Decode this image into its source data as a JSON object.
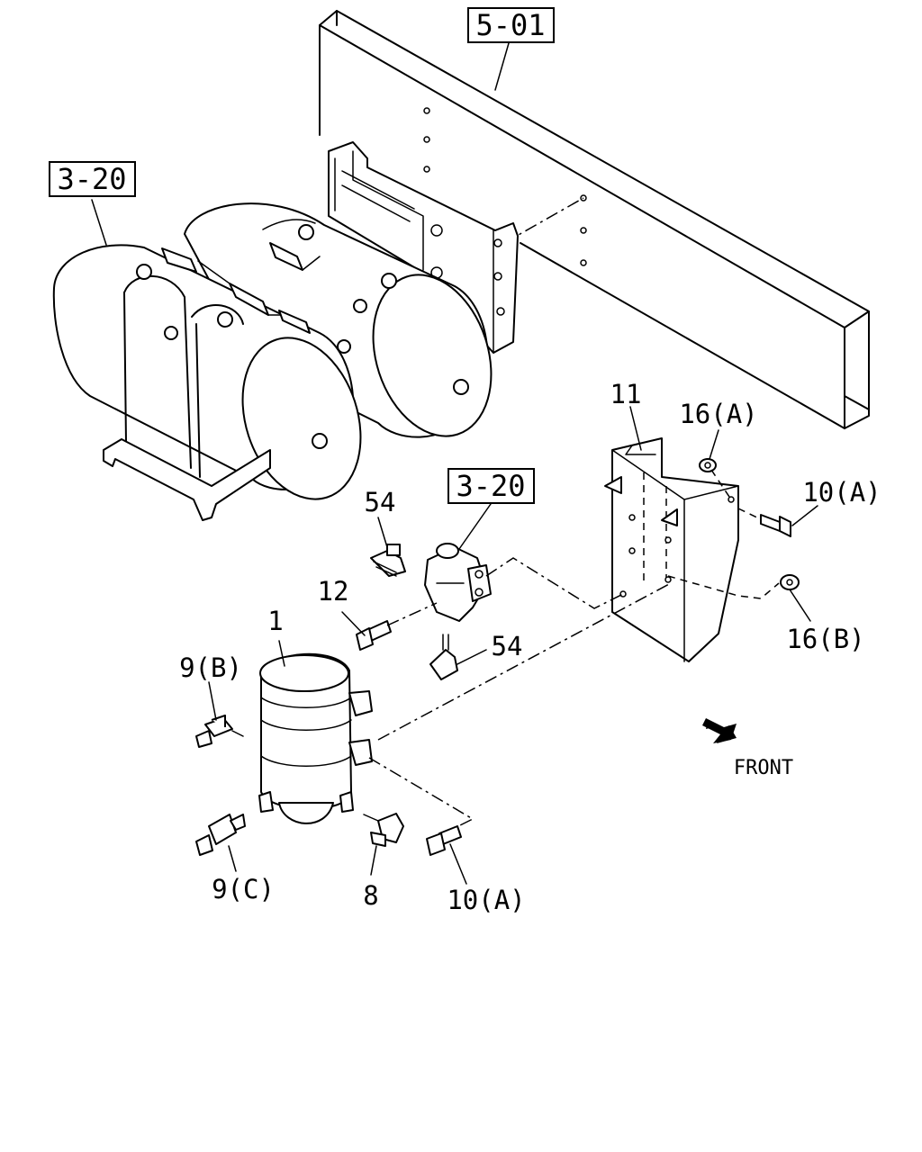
{
  "references": {
    "frame": "5-01",
    "tanks": "3-20",
    "valve": "3-20"
  },
  "callouts": {
    "dryer": "1",
    "elbow_8": "8",
    "tee_9b": "9(B)",
    "tee_9c": "9(C)",
    "bolt_10a_upper": "10(A)",
    "bolt_10a_lower": "10(A)",
    "bracket": "11",
    "bolt_12": "12",
    "nut_16a": "16(A)",
    "nut_16b": "16(B)",
    "fitting_54_upper": "54",
    "fitting_54_lower": "54"
  },
  "direction_label": "FRONT"
}
